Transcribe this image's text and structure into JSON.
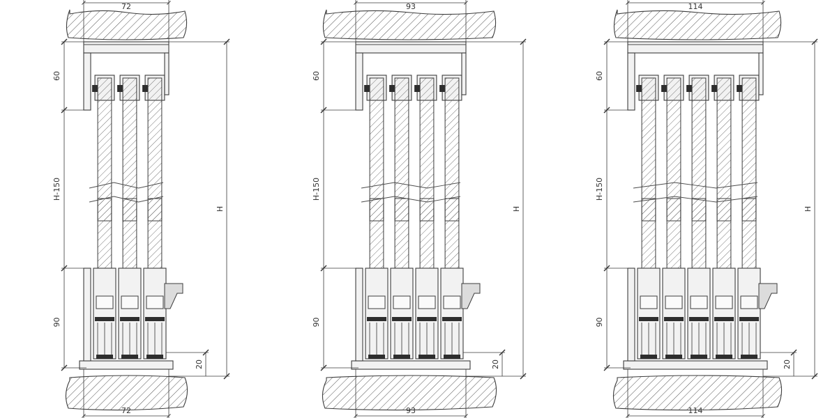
{
  "diagram": {
    "panels": [
      {
        "id": "three-track",
        "tracks": 3,
        "width_label": "72",
        "labels": {
          "top": "60",
          "middle": "H-150",
          "bottom": "90",
          "threshold": "20",
          "height": "H"
        }
      },
      {
        "id": "four-track",
        "tracks": 4,
        "width_label": "93",
        "labels": {
          "top": "60",
          "middle": "H-150",
          "bottom": "90",
          "threshold": "20",
          "height": "H"
        }
      },
      {
        "id": "five-track",
        "tracks": 5,
        "width_label": "114",
        "labels": {
          "top": "60",
          "middle": "H-150",
          "bottom": "90",
          "threshold": "20",
          "height": "H"
        }
      }
    ],
    "colors": {
      "line": "#3c3c3c",
      "hatch": "#555555",
      "profile_fill": "#f2f2f2",
      "background": "#ffffff"
    }
  }
}
